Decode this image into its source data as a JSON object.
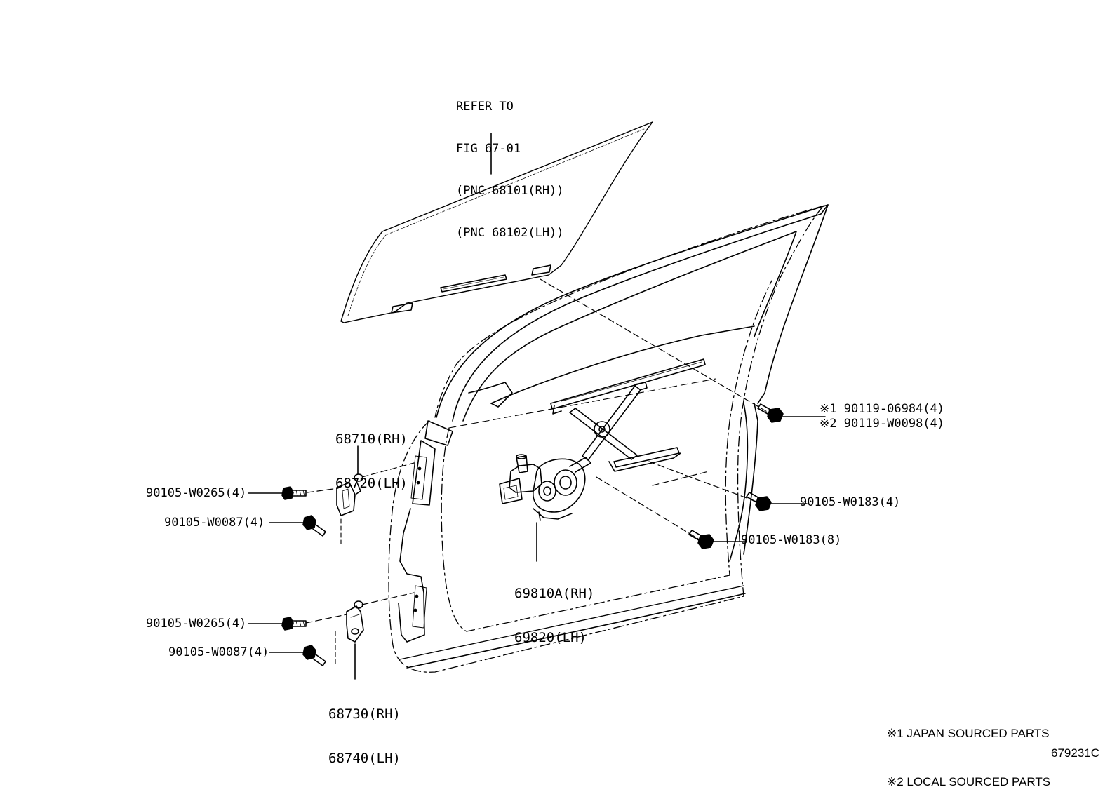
{
  "refer_note": [
    "REFER TO",
    "FIG 67-01",
    "(PNC 68101(RH))",
    "(PNC 68102(LH))"
  ],
  "callouts": {
    "hinge_upper": [
      "68710(RH)",
      "68720(LH)"
    ],
    "hinge_lower": [
      "68730(RH)",
      "68740(LH)"
    ],
    "regulator": [
      "69810A(RH)",
      "69820(LH)"
    ],
    "bolt_upper_1": "90105-W0265(4)",
    "bolt_upper_2": "90105-W0087(4)",
    "bolt_lower_1": "90105-W0265(4)",
    "bolt_lower_2": "90105-W0087(4)",
    "screw_japan": "※1 90119-06984(4)",
    "screw_local": "※2 90119-W0098(4)",
    "bolt_right_1": "90105-W0183(4)",
    "bolt_right_2": "90105-W0183(8)"
  },
  "legend": [
    "※1 JAPAN SOURCED PARTS",
    "※2 LOCAL SOURCED PARTS"
  ],
  "figure_code": "679231C"
}
